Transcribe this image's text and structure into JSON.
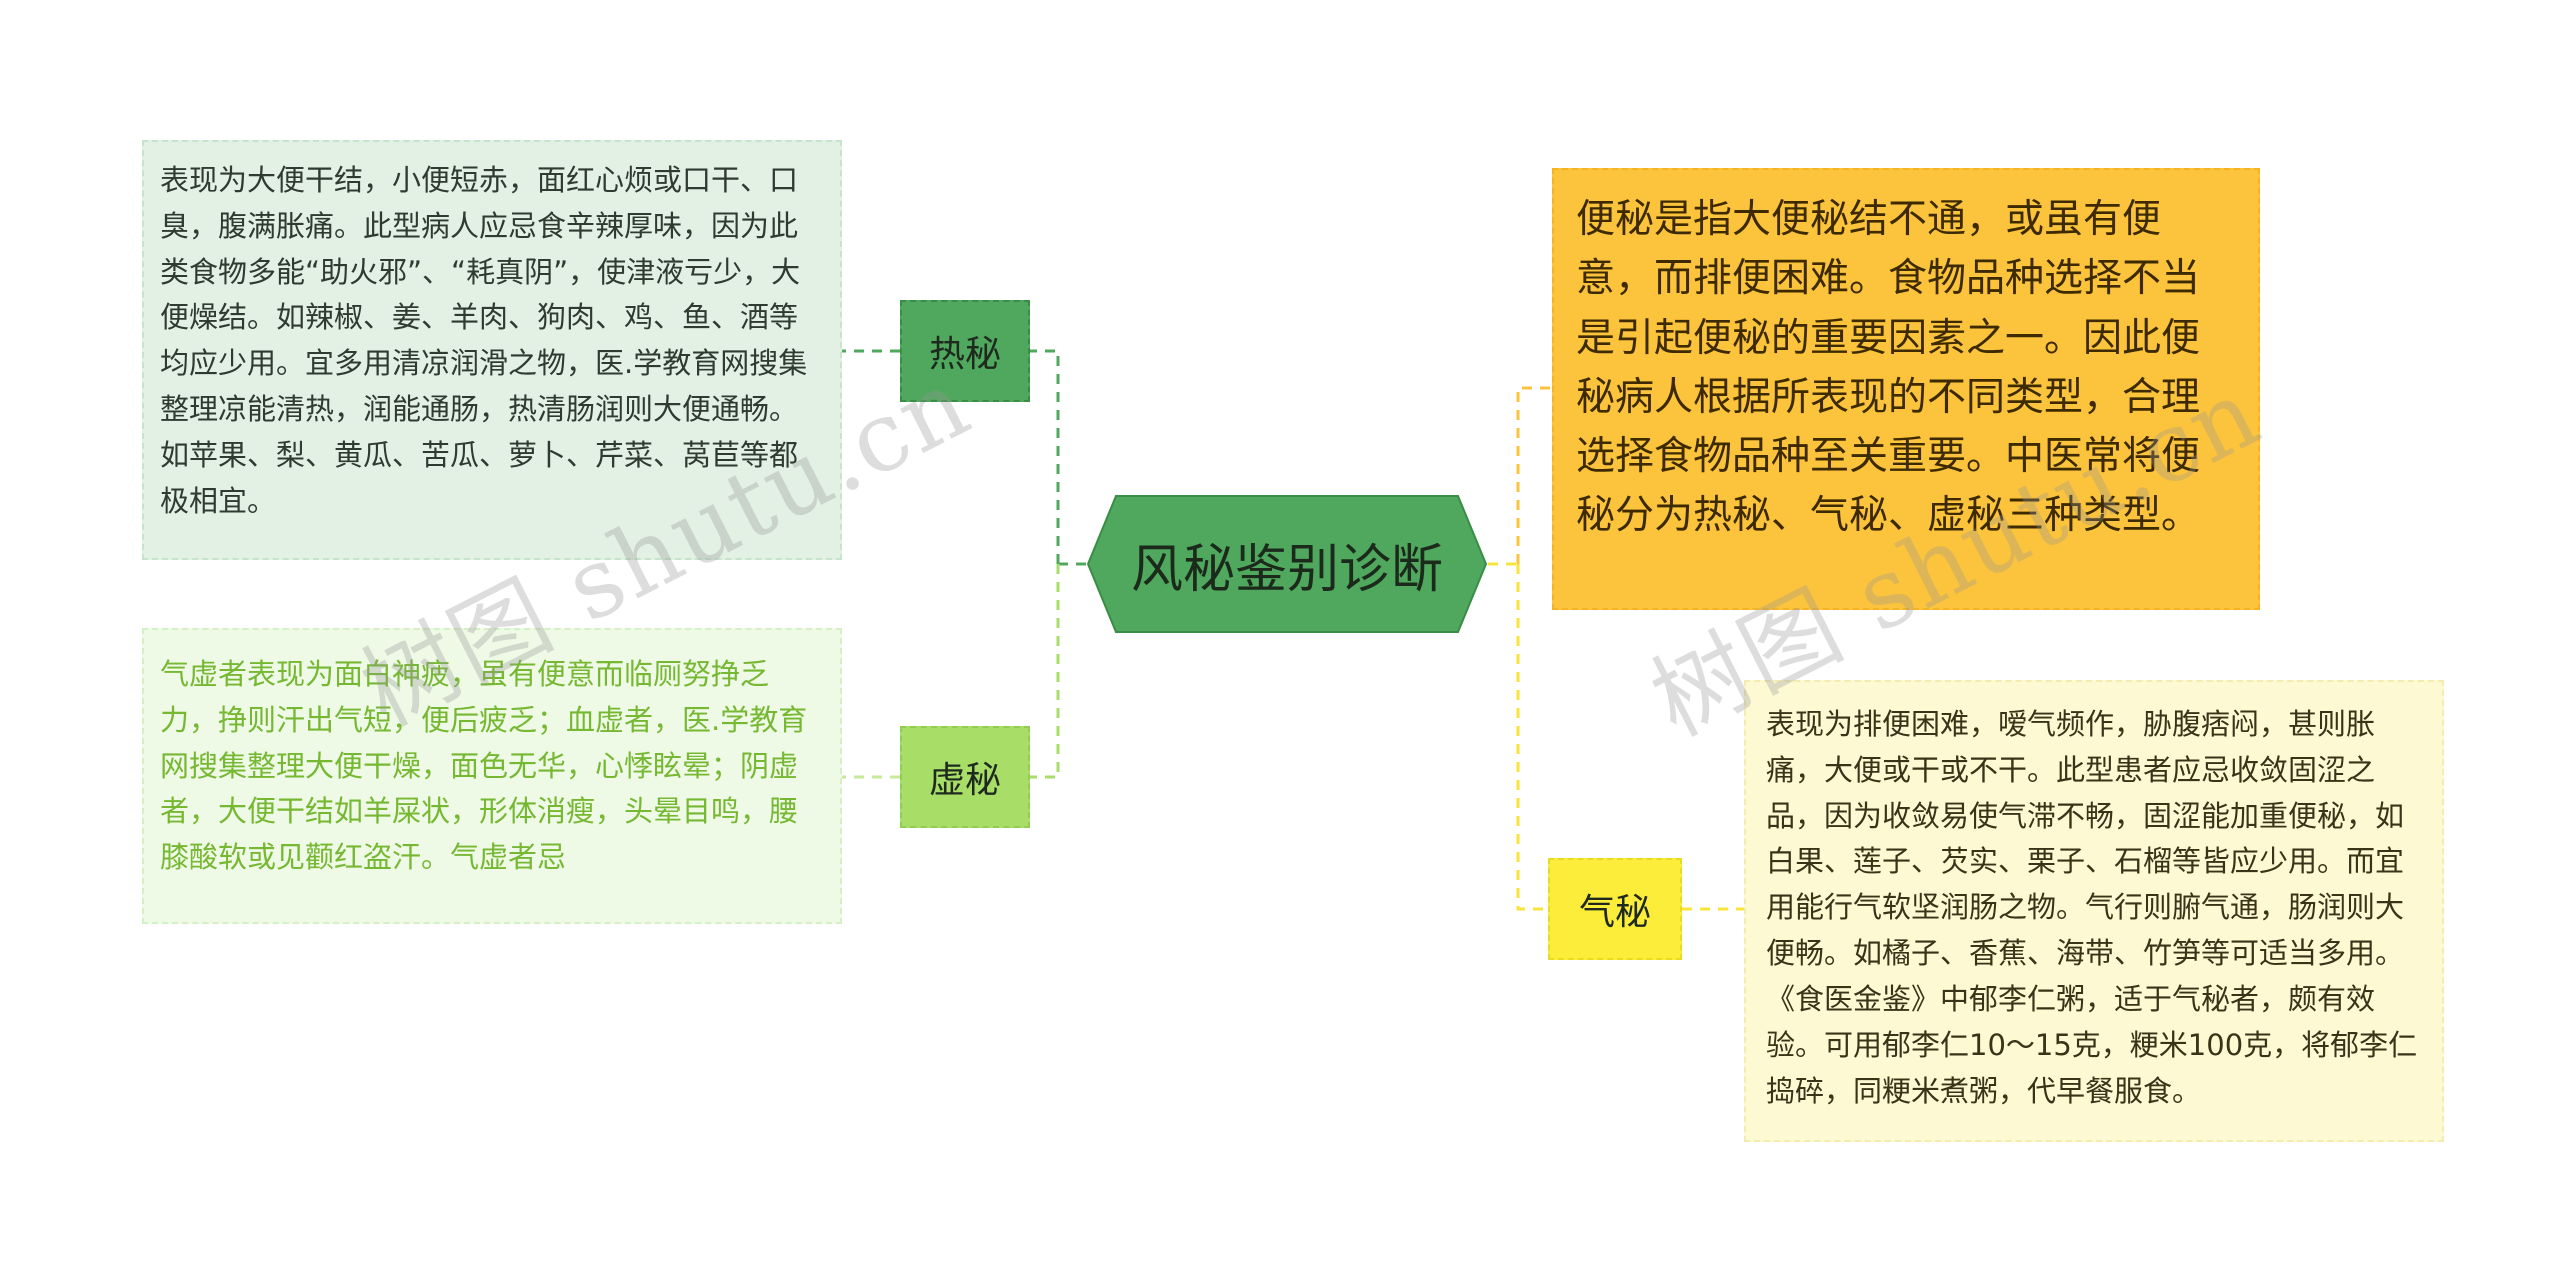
{
  "center": {
    "title": "风秘鉴别诊断"
  },
  "branches": {
    "reqi": {
      "label": "热秘",
      "text": "表现为大便干结，小便短赤，面红心烦或口干、口臭，腹满胀痛。此型病人应忌食辛辣厚味，因为此类食物多能“助火邪”、“耗真阴”，使津液亏少，大便燥结。如辣椒、姜、羊肉、狗肉、鸡、鱼、酒等均应少用。宜多用清凉润滑之物，医.学教育网搜集整理凉能清热，润能通肠，热清肠润则大便通畅。如苹果、梨、黄瓜、苦瓜、萝卜、芹菜、莴苣等都极相宜。"
    },
    "xu": {
      "label": "虚秘",
      "text": "气虚者表现为面白神疲，虽有便意而临厕努挣乏力，挣则汗出气短，便后疲乏；血虚者，医.学教育网搜集整理大便干燥，面色无华，心悸眩晕；阴虚者，大便干结如羊屎状，形体消瘦，头晕目鸣，腰膝酸软或见颧红盗汗。气虚者忌"
    },
    "intro": {
      "text": "便秘是指大便秘结不通，或虽有便意，而排便困难。食物品种选择不当是引起便秘的重要因素之一。因此便秘病人根据所表现的不同类型，合理选择食物品种至关重要。中医常将便秘分为热秘、气秘、虚秘三种类型。"
    },
    "qi": {
      "label": "气秘",
      "text": "表现为排便困难，嗳气频作，胁腹痞闷，甚则胀痛，大便或干或不干。此型患者应忌收敛固涩之品，因为收敛易使气滞不畅，固涩能加重便秘，如白果、莲子、芡实、栗子、石榴等皆应少用。而宜用能行气软坚润肠之物。气行则腑气通，肠润则大便畅。如橘子、香蕉、海带、竹笋等可适当多用。《食医金鉴》中郁李仁粥，适于气秘者，颇有效验。可用郁李仁10～15克，粳米100克，将郁李仁捣碎，同粳米煮粥，代早餐服食。"
    }
  },
  "watermark": {
    "text": "树图 shutu.cn"
  },
  "colors": {
    "center_fill": "#4fa85d",
    "green_line": "#4fa85d",
    "lightgreen_line": "#a8de67",
    "yellow_line": "#f8e43a"
  }
}
